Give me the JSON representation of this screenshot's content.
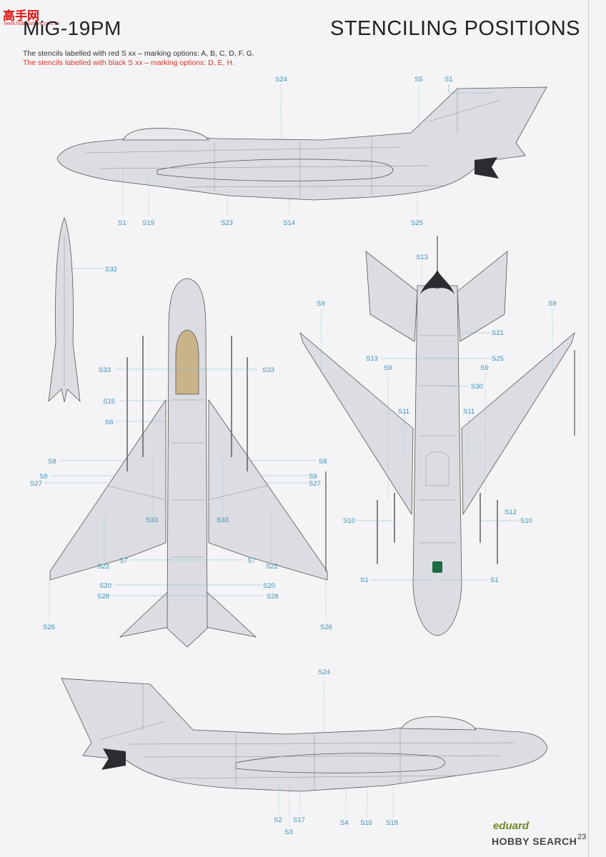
{
  "watermark": {
    "text": "高手网",
    "url": "www.hobbyshare.com.cn"
  },
  "header": {
    "model": "MiG-19PM",
    "section": "STENCILING POSITIONS"
  },
  "notes": {
    "red_options": "The stencils labelled with red S xx – marking options: A, B, C, D, F, G.",
    "black_options": "The stencils labelled with black S xx – marking options: D, E, H."
  },
  "colors": {
    "label": "#3a8fb7",
    "red_note": "#d8352a",
    "body": "#dcdde2",
    "exhaust": "#2c2c30",
    "headrest": "#c9b48a"
  },
  "views": {
    "side_top": {
      "labels_top": [
        "S24",
        "S5",
        "S1"
      ],
      "labels_bottom": [
        "S1",
        "S19",
        "S23",
        "S14",
        "S25"
      ]
    },
    "store": {
      "labels": [
        "S32"
      ]
    },
    "top_view": {
      "labels_left": [
        "S33",
        "S15",
        "S6",
        "S8",
        "S9",
        "S27",
        "S33",
        "S22",
        "S7",
        "S20",
        "S28",
        "S26"
      ],
      "labels_right": [
        "S33",
        "S8",
        "S9",
        "S27",
        "S33",
        "S22",
        "S7",
        "S20",
        "S28",
        "S26"
      ]
    },
    "bottom_view": {
      "labels": [
        "S13",
        "S9",
        "S9",
        "S21",
        "S13",
        "S25",
        "S9",
        "S9",
        "S30",
        "S11",
        "S11",
        "S10",
        "S12",
        "S10",
        "S1",
        "S1"
      ]
    },
    "side_bottom": {
      "labels_top": [
        "S24"
      ],
      "labels_bottom": [
        "S2",
        "S17",
        "S3",
        "S4",
        "S16",
        "S18"
      ]
    }
  },
  "footer": {
    "brand": "eduard",
    "source": "HOBBY SEARCH",
    "page": "23"
  }
}
